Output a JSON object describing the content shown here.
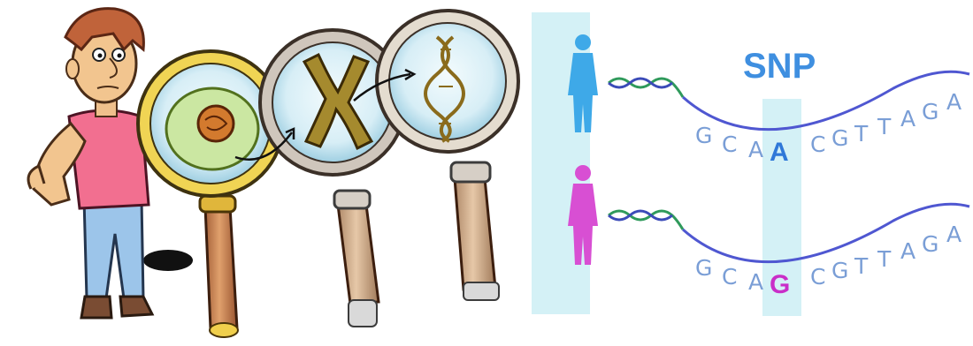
{
  "snp_label": "SNP",
  "colors": {
    "highlight": "#d4f1f6",
    "strand": "#4f57d1",
    "person_a": "#3ea9e8",
    "person_b": "#d84fd3",
    "snp_a": "#2f78d8",
    "snp_b": "#c92ec8",
    "sequence": "#7a9ed6"
  },
  "sequence_top": {
    "letters": [
      "G",
      "C",
      "A",
      "A",
      "C",
      "G",
      "T",
      "T",
      "A",
      "G",
      "A"
    ],
    "snp_index": 3
  },
  "sequence_bottom": {
    "letters": [
      "G",
      "C",
      "A",
      "G",
      "C",
      "G",
      "T",
      "T",
      "A",
      "G",
      "A"
    ],
    "snp_index": 3
  }
}
